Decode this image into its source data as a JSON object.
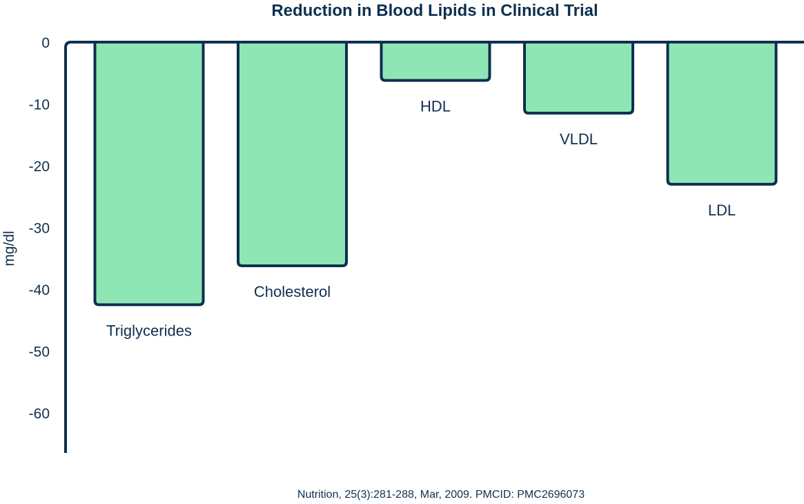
{
  "chart_data": {
    "type": "bar",
    "title": "Reduction in Blood Lipids in Clinical Trial",
    "ylabel": "mg/dl",
    "xlabel": "",
    "categories": [
      "Triglycerides",
      "Cholesterol",
      "HDL",
      "VLDL",
      "LDL"
    ],
    "values": [
      -42.5,
      -36.2,
      -6.2,
      -11.5,
      -23.0
    ],
    "ylim": [
      -65,
      0
    ],
    "yticks": [
      "0",
      "-10",
      "-20",
      "-30",
      "-40",
      "-50",
      "-60"
    ],
    "grid": false,
    "legend": "none",
    "bar_color": "#8fe6b5",
    "outline_color": "#0e2f4f"
  },
  "source": "Nutrition, 25(3):281-288, Mar, 2009. PMCID: PMC2696073"
}
